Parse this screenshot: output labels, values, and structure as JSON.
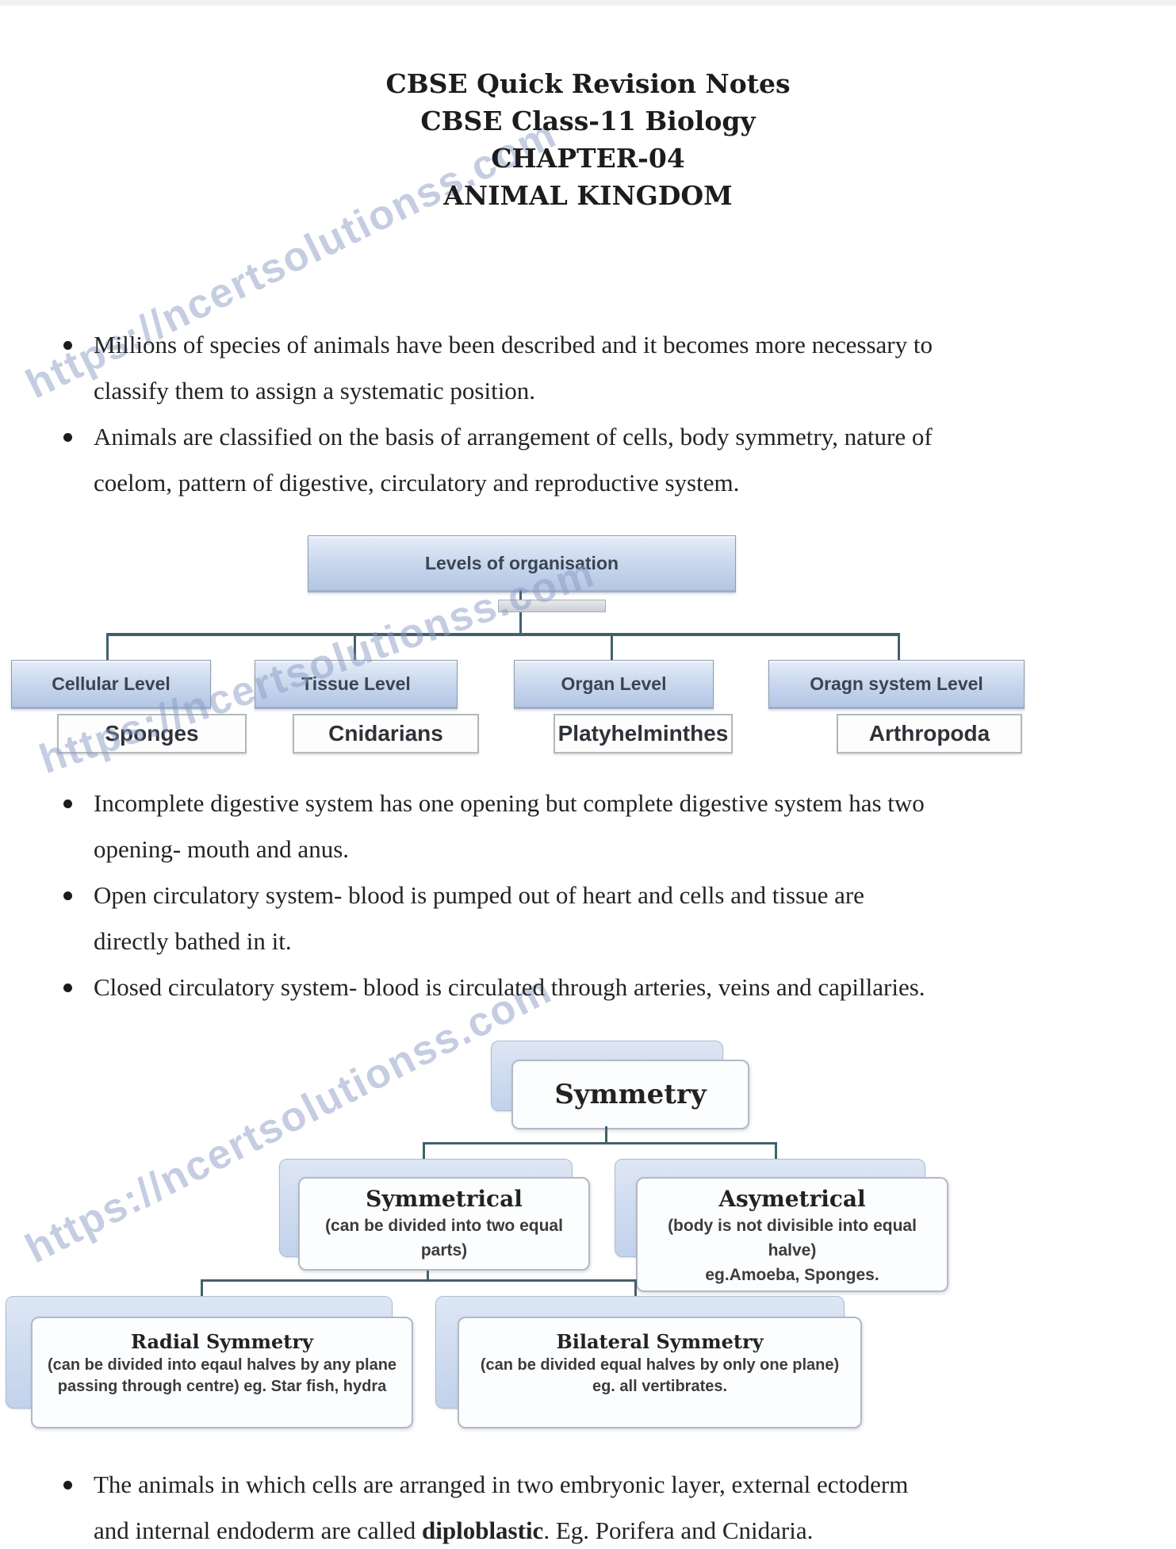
{
  "header": {
    "lines": [
      "CBSE Quick Revision Notes",
      "CBSE Class-11 Biology",
      "CHAPTER-04",
      "ANIMAL KINGDOM"
    ]
  },
  "bullets_top": [
    [
      "Millions of species of animals have been described and it becomes more necessary to",
      "classify them to assign a systematic position."
    ],
    [
      "Animals are classified on the basis of arrangement of cells, body symmetry, nature of",
      "coelom, pattern of digestive, circulatory and reproductive system."
    ]
  ],
  "chart1": {
    "root": "Levels of organisation",
    "nodes": [
      {
        "level": "Cellular Level",
        "example": "Sponges"
      },
      {
        "level": "Tissue Level",
        "example": "Cnidarians"
      },
      {
        "level": "Organ Level",
        "example": "Platyhelminthes"
      },
      {
        "level": "Oragn system Level",
        "example": "Arthropoda"
      }
    ]
  },
  "bullets_mid": [
    [
      "Incomplete digestive system has one opening but complete digestive system has two",
      "opening- mouth and anus."
    ],
    [
      "Open circulatory system- blood is pumped out of heart and cells and tissue are",
      "directly bathed in it."
    ],
    [
      "Closed circulatory system- blood is circulated through arteries, veins and capillaries."
    ]
  ],
  "chart2": {
    "root": "Symmetry",
    "symmetrical_title": "Symmetrical",
    "symmetrical_sub1": "(can be divided into two equal",
    "symmetrical_sub2": "parts)",
    "asymetrical_title": "Asymetrical",
    "asymetrical_sub1": "(body is not divisible into equal",
    "asymetrical_sub2": "halve)",
    "asymetrical_eg": "eg.Amoeba, Sponges.",
    "radial_title": "Radial Symmetry",
    "radial_sub1": "(can be divided into eqaul halves by any plane",
    "radial_sub2": "passing through centre) eg. Star fish, hydra",
    "bilateral_title": "Bilateral Symmetry",
    "bilateral_sub1": "(can be divided equal halves by only one plane)",
    "bilateral_sub2": "eg. all vertibrates."
  },
  "bullet_bottom": {
    "line1": "The animals in which cells are arranged in two embryonic layer, external ectoderm",
    "line2": {
      "pre": "and internal endoderm are called ",
      "bold": "diploblastic",
      "post": ". Eg. Porifera and Cnidaria."
    }
  },
  "watermark": {
    "text": "https://ncertsolutionss.com"
  },
  "colors": {
    "box_blue_top": "#e6edf8",
    "box_blue_bottom": "#b3c6e4",
    "connector": "#44606e",
    "watermark": "#8b9cc4",
    "text": "#232323"
  }
}
